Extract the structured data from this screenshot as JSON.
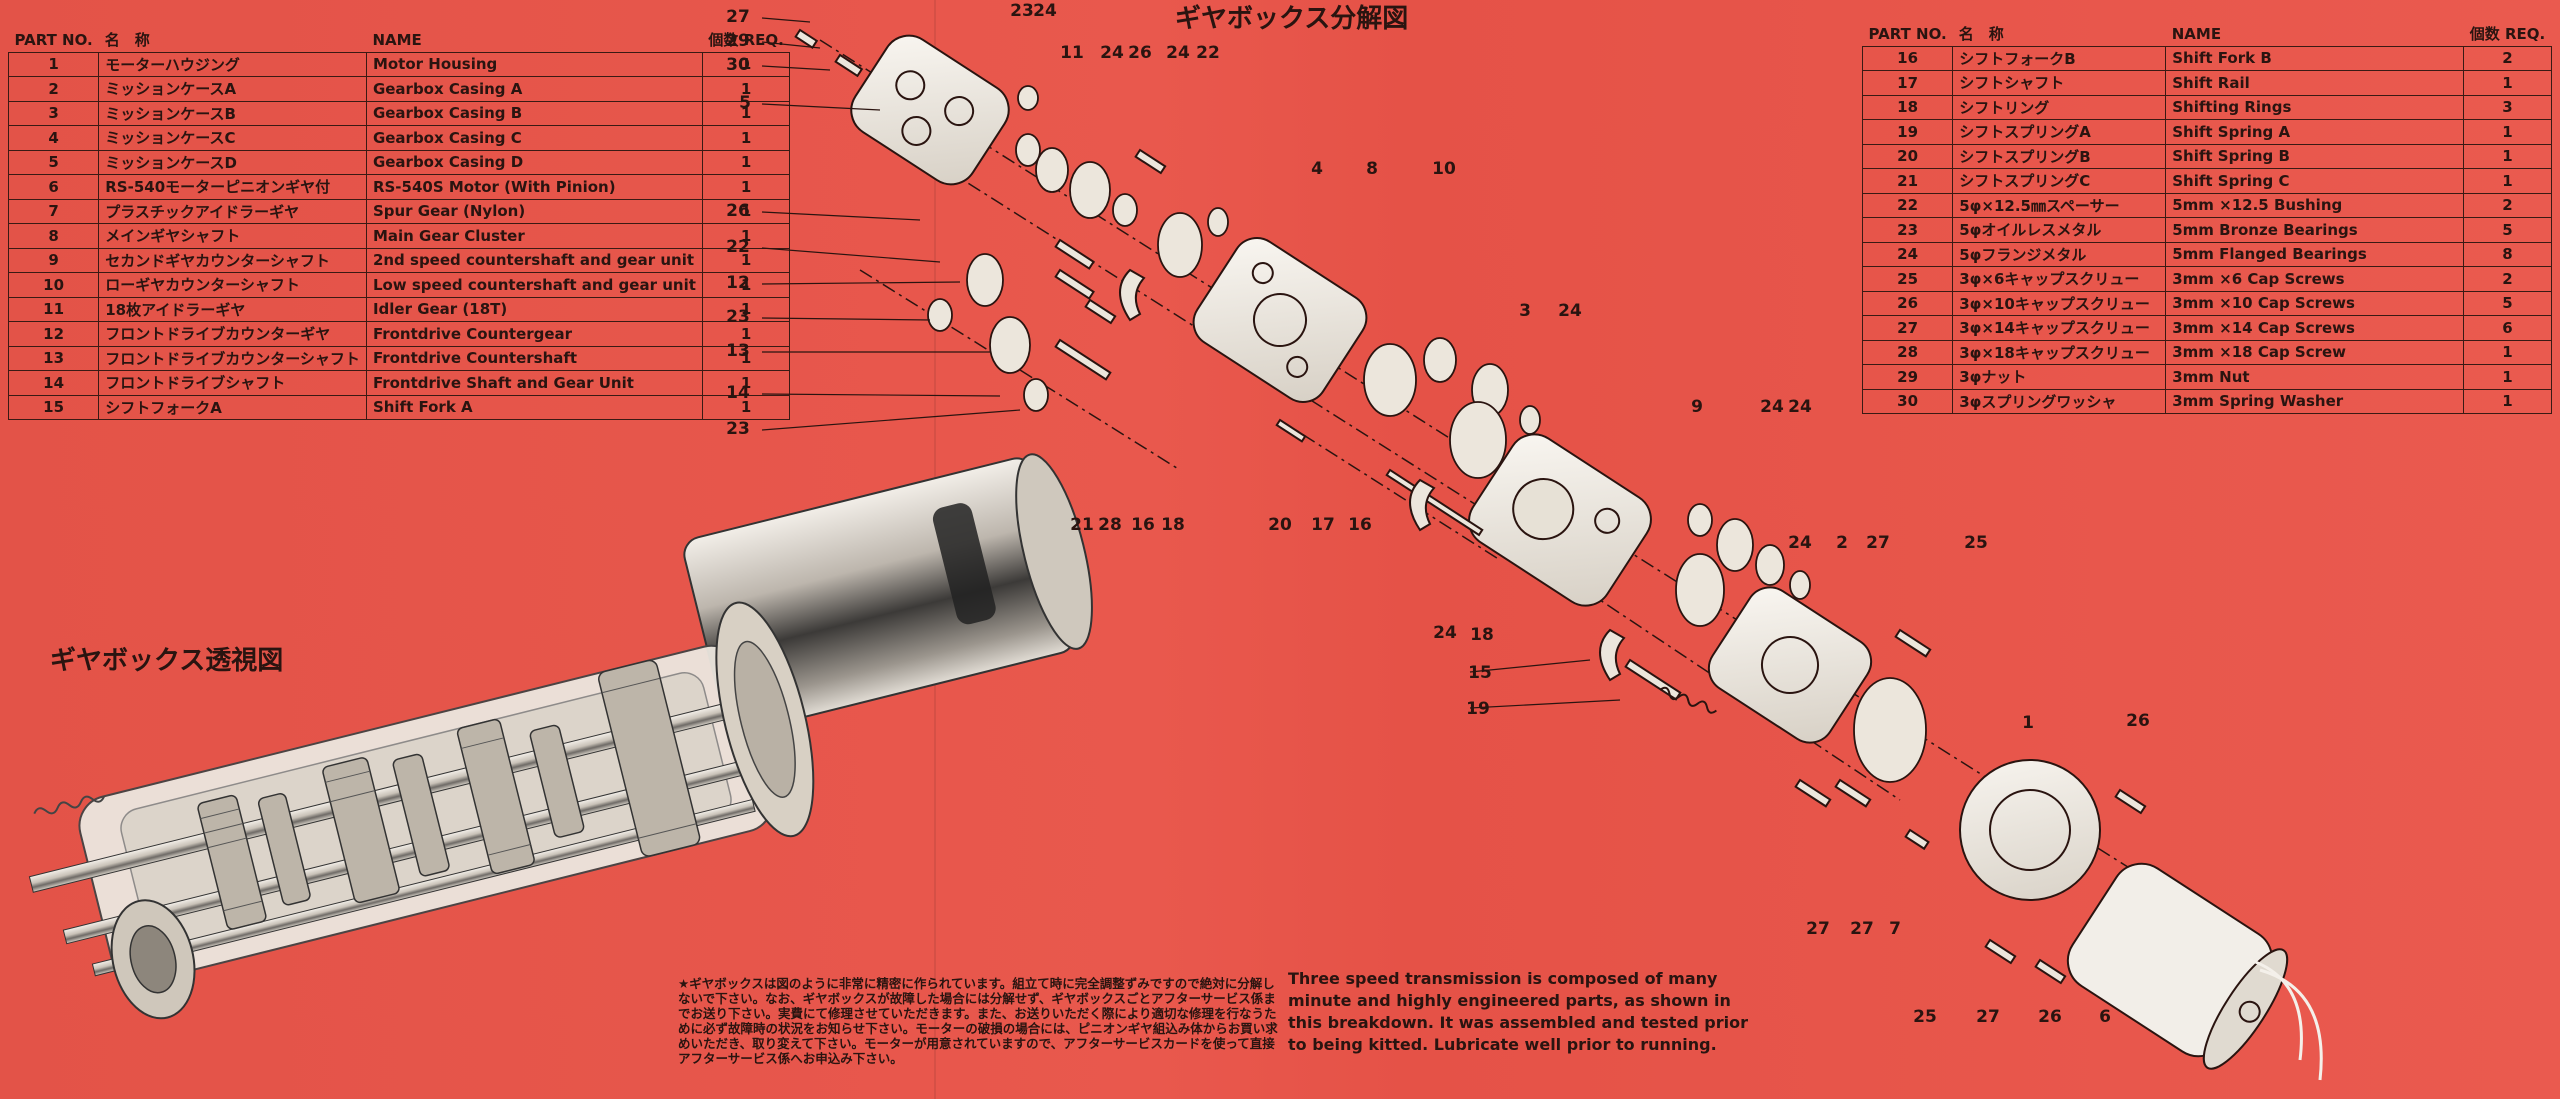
{
  "exploded_title": "ギヤボックス分解図",
  "cutaway_title": "ギヤボックス透視図",
  "table_headers": {
    "part_no": "PART NO.",
    "jp_name": "名　称",
    "en_name": "NAME",
    "req": "個数 REQ."
  },
  "parts_left": [
    {
      "no": "1",
      "jp": "モーターハウジング",
      "en": "Motor Housing",
      "qty": "1"
    },
    {
      "no": "2",
      "jp": "ミッションケースA",
      "en": "Gearbox Casing A",
      "qty": "1"
    },
    {
      "no": "3",
      "jp": "ミッションケースB",
      "en": "Gearbox Casing B",
      "qty": "1"
    },
    {
      "no": "4",
      "jp": "ミッションケースC",
      "en": "Gearbox Casing C",
      "qty": "1"
    },
    {
      "no": "5",
      "jp": "ミッションケースD",
      "en": "Gearbox Casing D",
      "qty": "1"
    },
    {
      "no": "6",
      "jp": "RS-540モーターピニオンギヤ付",
      "en": "RS-540S Motor (With Pinion)",
      "qty": "1"
    },
    {
      "no": "7",
      "jp": "プラスチックアイドラーギヤ",
      "en": "Spur Gear (Nylon)",
      "qty": "1"
    },
    {
      "no": "8",
      "jp": "メインギヤシャフト",
      "en": "Main Gear Cluster",
      "qty": "1"
    },
    {
      "no": "9",
      "jp": "セカンドギヤカウンターシャフト",
      "en": "2nd speed countershaft and gear unit",
      "qty": "1"
    },
    {
      "no": "10",
      "jp": "ローギヤカウンターシャフト",
      "en": "Low speed countershaft and gear unit",
      "qty": "1"
    },
    {
      "no": "11",
      "jp": "18枚アイドラーギヤ",
      "en": "Idler Gear (18T)",
      "qty": "1"
    },
    {
      "no": "12",
      "jp": "フロントドライブカウンターギヤ",
      "en": "Frontdrive Countergear",
      "qty": "1"
    },
    {
      "no": "13",
      "jp": "フロントドライブカウンターシャフト",
      "en": "Frontdrive Countershaft",
      "qty": "1"
    },
    {
      "no": "14",
      "jp": "フロントドライブシャフト",
      "en": "Frontdrive Shaft and Gear Unit",
      "qty": "1"
    },
    {
      "no": "15",
      "jp": "シフトフォークA",
      "en": "Shift Fork A",
      "qty": "1"
    }
  ],
  "parts_right": [
    {
      "no": "16",
      "jp": "シフトフォークB",
      "en": "Shift Fork B",
      "qty": "2"
    },
    {
      "no": "17",
      "jp": "シフトシャフト",
      "en": "Shift Rail",
      "qty": "1"
    },
    {
      "no": "18",
      "jp": "シフトリング",
      "en": "Shifting Rings",
      "qty": "3"
    },
    {
      "no": "19",
      "jp": "シフトスプリングA",
      "en": "Shift Spring A",
      "qty": "1"
    },
    {
      "no": "20",
      "jp": "シフトスプリングB",
      "en": "Shift Spring B",
      "qty": "1"
    },
    {
      "no": "21",
      "jp": "シフトスプリングC",
      "en": "Shift Spring C",
      "qty": "1"
    },
    {
      "no": "22",
      "jp": "5φ×12.5㎜スペーサー",
      "en": "5mm ×12.5 Bushing",
      "qty": "2"
    },
    {
      "no": "23",
      "jp": "5φオイルレスメタル",
      "en": "5mm Bronze Bearings",
      "qty": "5"
    },
    {
      "no": "24",
      "jp": "5φフランジメタル",
      "en": "5mm Flanged Bearings",
      "qty": "8"
    },
    {
      "no": "25",
      "jp": "3φ×6キャップスクリュー",
      "en": "3mm ×6 Cap Screws",
      "qty": "2"
    },
    {
      "no": "26",
      "jp": "3φ×10キャップスクリュー",
      "en": "3mm ×10 Cap Screws",
      "qty": "5"
    },
    {
      "no": "27",
      "jp": "3φ×14キャップスクリュー",
      "en": "3mm ×14 Cap Screws",
      "qty": "6"
    },
    {
      "no": "28",
      "jp": "3φ×18キャップスクリュー",
      "en": "3mm ×18 Cap Screw",
      "qty": "1"
    },
    {
      "no": "29",
      "jp": "3φナット",
      "en": "3mm Nut",
      "qty": "1"
    },
    {
      "no": "30",
      "jp": "3φスプリングワッシャ",
      "en": "3mm Spring Washer",
      "qty": "1"
    }
  ],
  "callouts": [
    "27",
    "29",
    "30",
    "5",
    "26",
    "22",
    "12",
    "23",
    "13",
    "14",
    "23",
    "23",
    "24",
    "11",
    "24",
    "26",
    "24",
    "22",
    "4",
    "8",
    "10",
    "21",
    "28",
    "16",
    "18",
    "20",
    "17",
    "16",
    "24",
    "3",
    "24",
    "9",
    "24",
    "24",
    "2",
    "27",
    "25",
    "24",
    "18",
    "15",
    "19",
    "1",
    "26",
    "27",
    "27",
    "7",
    "25",
    "27",
    "26",
    "6"
  ],
  "notes_jp": "★ギヤボックスは図のように非常に精密に作られています。組立て時に完全調整ずみですので絶対に分解しないで下さい。なお、ギヤボックスが故障した場合には分解せず、ギヤボックスごとアフターサービス係までお送り下さい。実費にて修理させていただきます。また、お送りいただく際により適切な修理を行なうために必ず故障時の状況をお知らせ下さい。モーターの破損の場合には、ピニオンギヤ組込み体からお買い求めいただき、取り変えて下さい。モーターが用意されていますので、アフターサービスカードを使って直接アフターサービス係へお申込み下さい。",
  "notes_en": "Three speed transmission is composed of many minute and highly engineered parts, as shown in this breakdown. It was assembled and tested prior to being kitted. Lubricate well prior to running.",
  "colors": {
    "background": "#e85a4f",
    "ink": "#2a1410",
    "metal": "#e8e2d8"
  }
}
